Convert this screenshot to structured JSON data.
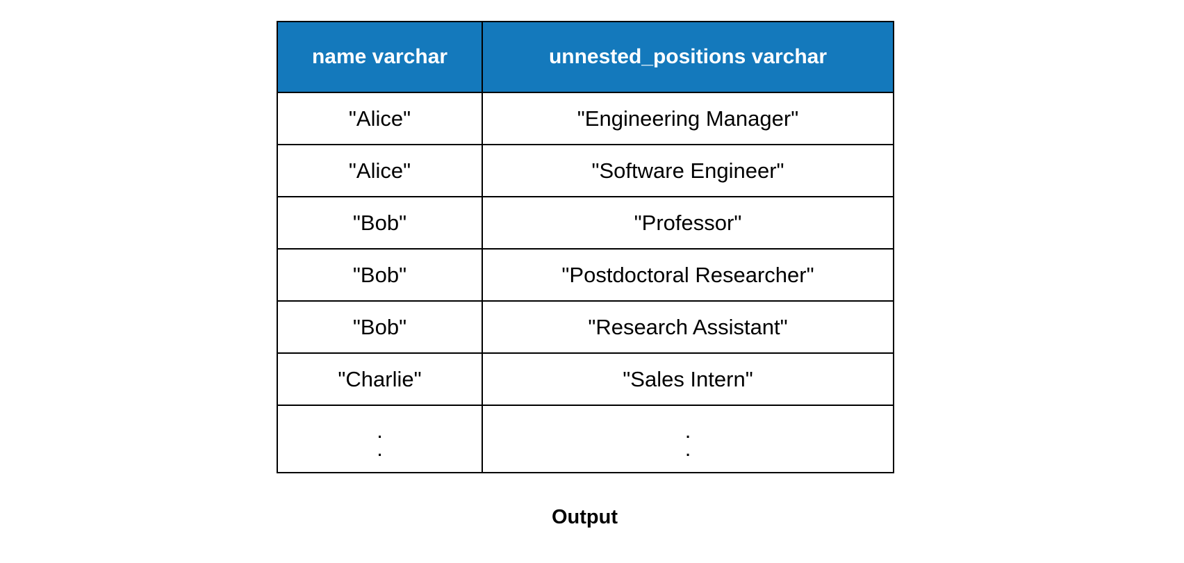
{
  "table": {
    "columns": [
      {
        "key": "name",
        "label": "name varchar"
      },
      {
        "key": "position",
        "label": "unnested_positions varchar"
      }
    ],
    "header_bg": "#1479BC",
    "header_text_color": "#FFFFFF",
    "border_color": "#000000",
    "rows": [
      {
        "name": "\"Alice\"",
        "position": "\"Engineering Manager\""
      },
      {
        "name": "\"Alice\"",
        "position": "\"Software Engineer\""
      },
      {
        "name": "\"Bob\"",
        "position": "\"Professor\""
      },
      {
        "name": "\"Bob\"",
        "position": "\"Postdoctoral Researcher\""
      },
      {
        "name": "\"Bob\"",
        "position": "\"Research Assistant\""
      },
      {
        "name": "\"Charlie\"",
        "position": "\"Sales Intern\""
      }
    ],
    "continuation_row": {
      "name_dot_1": ".",
      "name_dot_2": ".",
      "position_dot_1": ".",
      "position_dot_2": "."
    }
  },
  "caption": {
    "text": "Output"
  }
}
